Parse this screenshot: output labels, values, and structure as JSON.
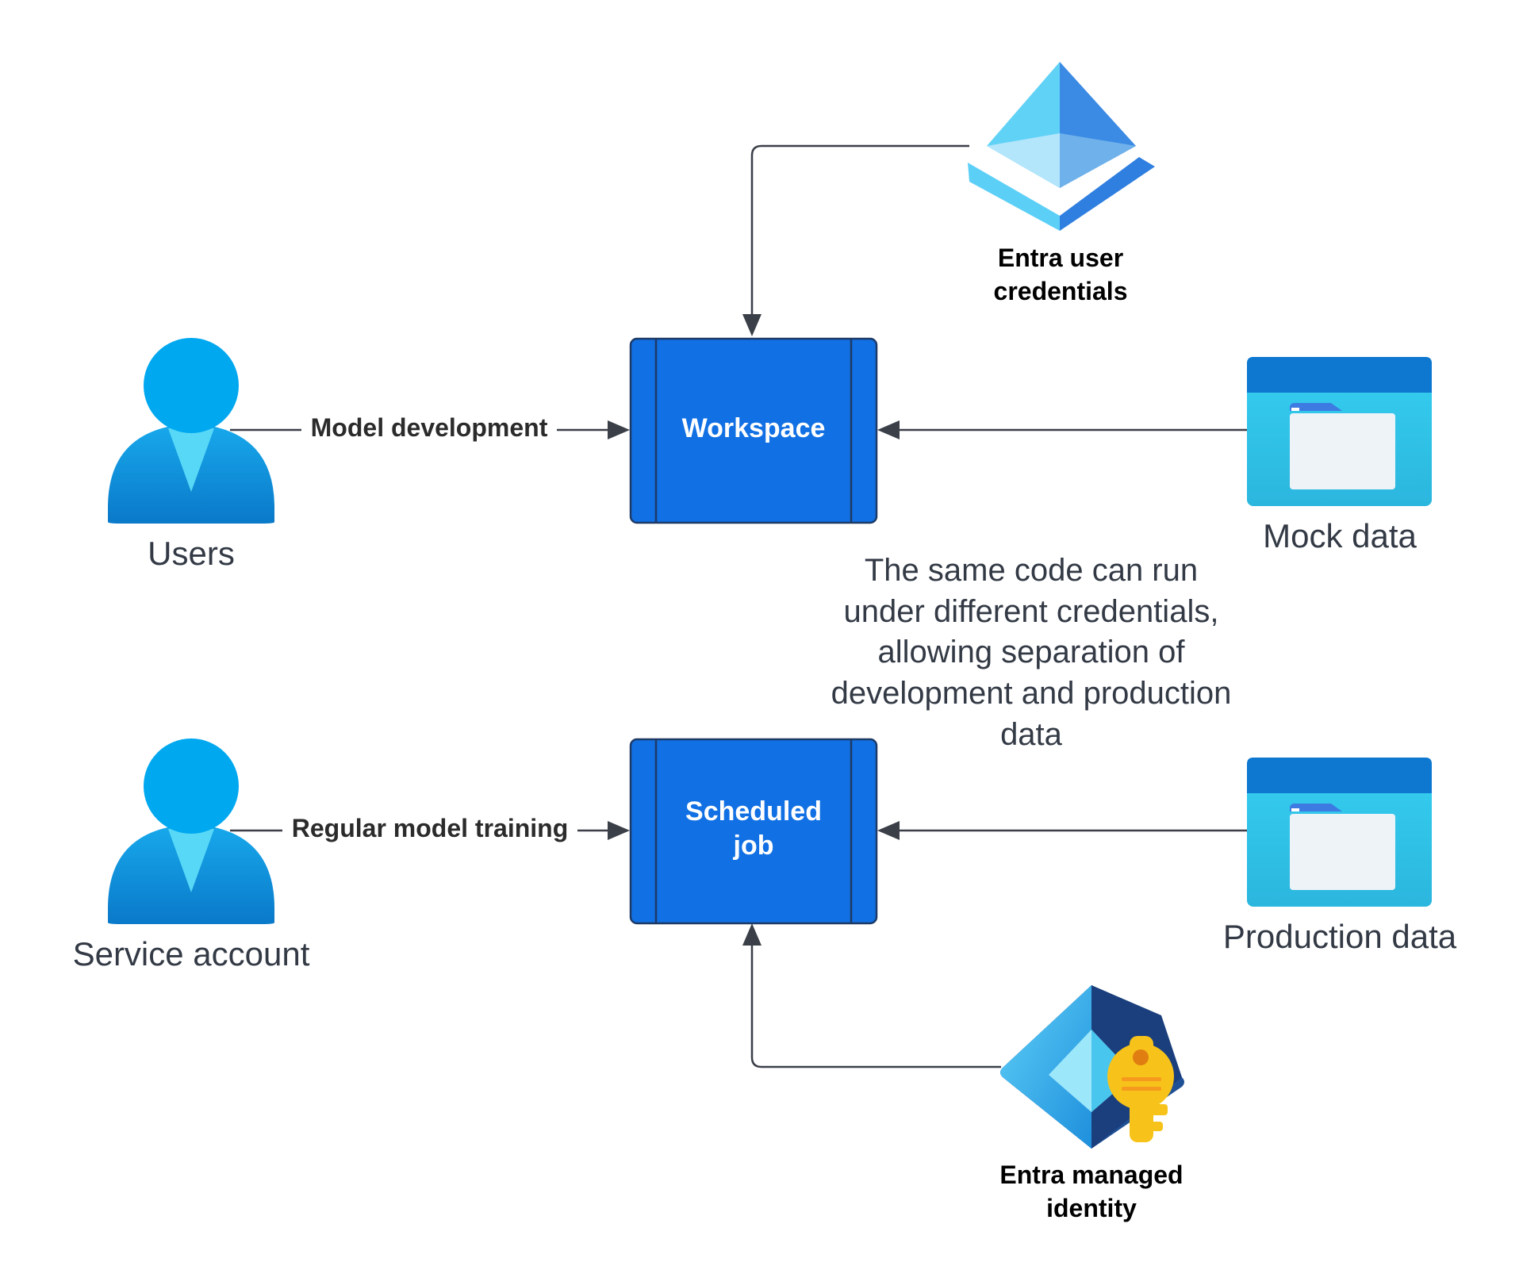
{
  "nodes": {
    "entra_user_credentials": {
      "label_line1": "Entra user",
      "label_line2": "credentials"
    },
    "users": {
      "label": "Users"
    },
    "workspace": {
      "label": "Workspace"
    },
    "mock_data": {
      "label": "Mock data"
    },
    "note": {
      "lines": [
        "The same code can run",
        "under different credentials,",
        "allowing separation of",
        "development and production",
        "data"
      ]
    },
    "service_account": {
      "label": "Service account"
    },
    "scheduled_job": {
      "label_line1": "Scheduled",
      "label_line2": "job"
    },
    "production_data": {
      "label": "Production data"
    },
    "entra_managed_identity": {
      "label_line1": "Entra managed",
      "label_line2": "identity"
    }
  },
  "edges": {
    "model_development": {
      "label": "Model development"
    },
    "regular_model_training": {
      "label": "Regular model training"
    }
  },
  "colors": {
    "process_box": "#1170e3",
    "process_box_border": "#1d3a66",
    "edge": "#3a3f48",
    "person_head": "#00a8ef",
    "person_body": "#0c8fd6",
    "folder_header": "#0e78d1",
    "folder_body": "#2fc1e6",
    "folder_paper": "#eef3f8",
    "key": "#f7c31a"
  }
}
